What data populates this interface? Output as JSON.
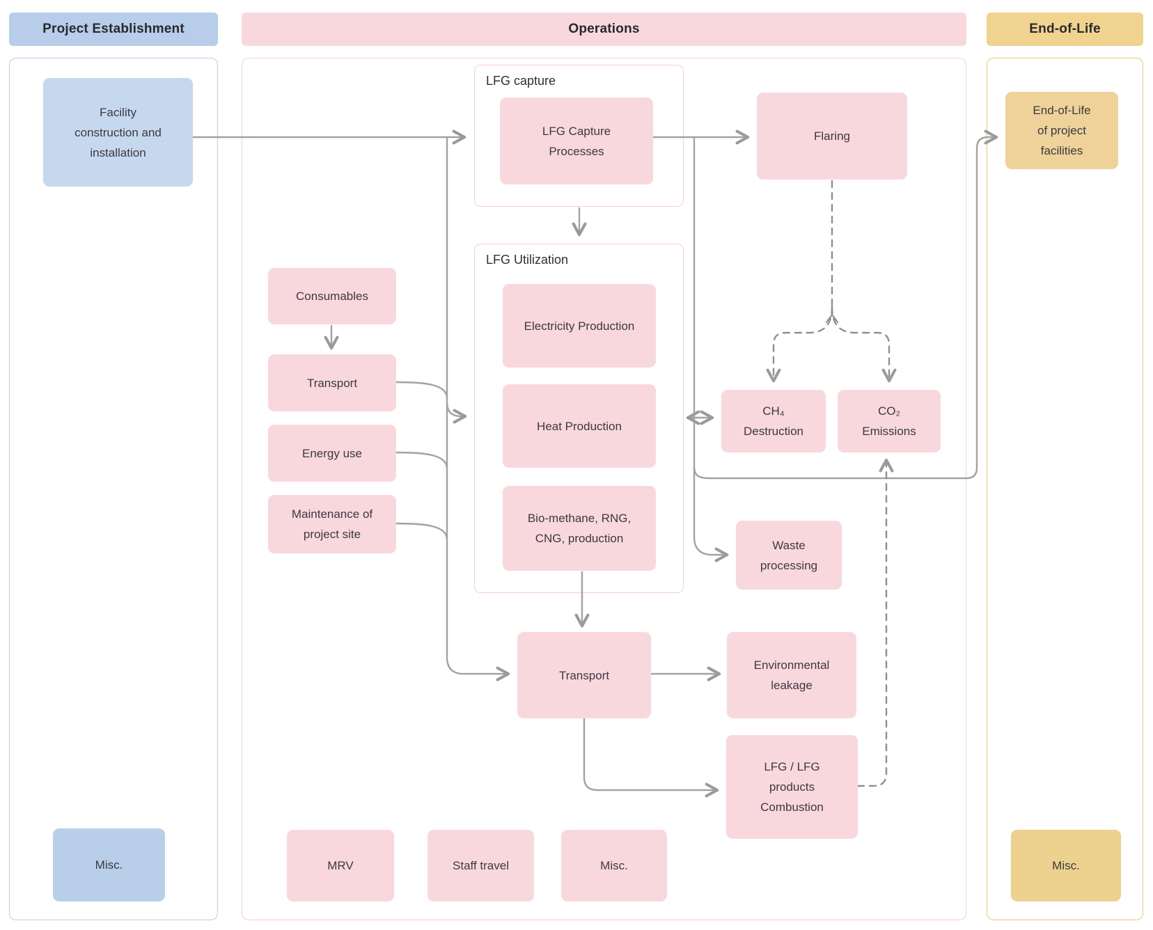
{
  "phases": [
    {
      "id": "project-establishment",
      "label": "Project Establishment"
    },
    {
      "id": "operations",
      "label": "Operations"
    },
    {
      "id": "end-of-life",
      "label": "End-of-Life"
    }
  ],
  "groups": {
    "lfg_capture": "LFG capture",
    "lfg_utilization": "LFG Utilization"
  },
  "nodes": {
    "facility": "Facility construction and installation",
    "misc_pe": "Misc.",
    "lfg_capture_processes": "LFG Capture Processes",
    "electricity": "Electricity Production",
    "heat": "Heat Production",
    "biomethane": "Bio-methane, RNG, CNG, production",
    "consumables": "Consumables",
    "transport_in": "Transport",
    "energy_use": "Energy use",
    "maintenance": "Maintenance of project site",
    "flaring": "Flaring",
    "ch4_destruction": "CH₄ Destruction",
    "co2_emissions": "CO₂ Emissions",
    "waste_processing": "Waste processing",
    "transport_out": "Transport",
    "env_leakage": "Environmental leakage",
    "combustion": "LFG / LFG products Combustion",
    "mrv": "MRV",
    "staff_travel": "Staff travel",
    "misc_ops": "Misc.",
    "eol_facilities": "End-of-Life of project facilities",
    "misc_eol": "Misc."
  },
  "colors": {
    "pink_fill": "#f9d8dd",
    "pink_border": "#f6ced5",
    "blue_header": "#b7cde9",
    "blue_fill": "#c6d8ee",
    "blue_misc": "#b9cfe9",
    "yellow_header": "#f0d38e",
    "yellow_fill": "#eed29a",
    "yellow_border": "#e9c87d",
    "line_solid": "#a2a2a2",
    "line_dashed": "#8f8f8f",
    "text": "#3a3a40"
  }
}
